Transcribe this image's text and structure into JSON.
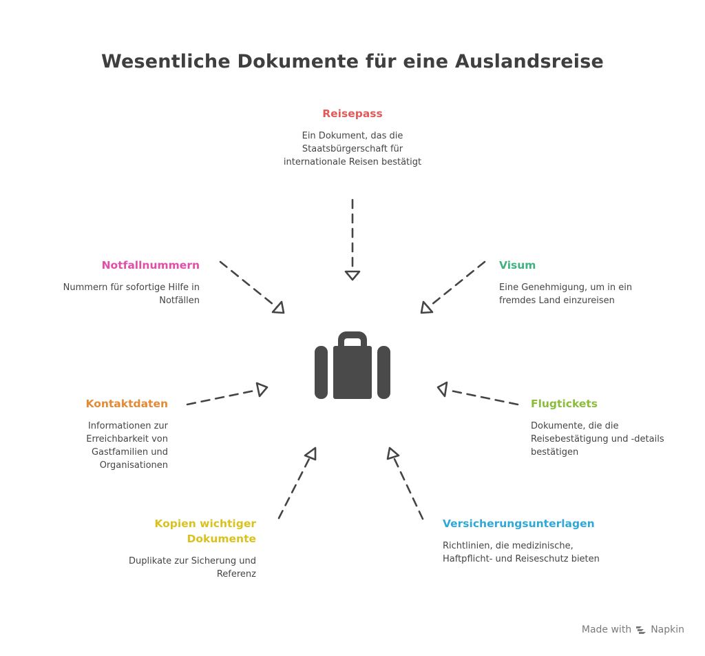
{
  "title": "Wesentliche Dokumente für eine Auslandsreise",
  "center_icon": "suitcase-icon",
  "nodes": [
    {
      "key": "reisepass",
      "label": "Reisepass",
      "color": "#e05a5a",
      "desc": "Ein Dokument, das die Staatsbürgerschaft für internationale Reisen bestätigt"
    },
    {
      "key": "visum",
      "label": "Visum",
      "color": "#3fb27f",
      "desc": "Eine Genehmigung, um in ein fremdes Land einzureisen"
    },
    {
      "key": "flugtickets",
      "label": "Flugtickets",
      "color": "#8bbd3b",
      "desc": "Dokumente, die die Reisebestätigung und -details bestätigen"
    },
    {
      "key": "versicherung",
      "label": "Versicherungsunterlagen",
      "color": "#2fa8d8",
      "desc": "Richtlinien, die medizinische, Haftpflicht- und Reiseschutz bieten"
    },
    {
      "key": "kopien",
      "label": "Kopien wichtiger Dokumente",
      "color": "#d9c21f",
      "desc": "Duplikate zur Sicherung und Referenz"
    },
    {
      "key": "kontaktdaten",
      "label": "Kontaktdaten",
      "color": "#e58a34",
      "desc": "Informationen zur Erreichbarkeit von Gastfamilien und Organisationen"
    },
    {
      "key": "notfall",
      "label": "Notfallnummern",
      "color": "#e04fa8",
      "desc": "Nummern für sofortige Hilfe in Notfällen"
    }
  ],
  "watermark": {
    "text": "Made with",
    "brand": "Napkin",
    "icon": "napkin-logo-icon"
  }
}
